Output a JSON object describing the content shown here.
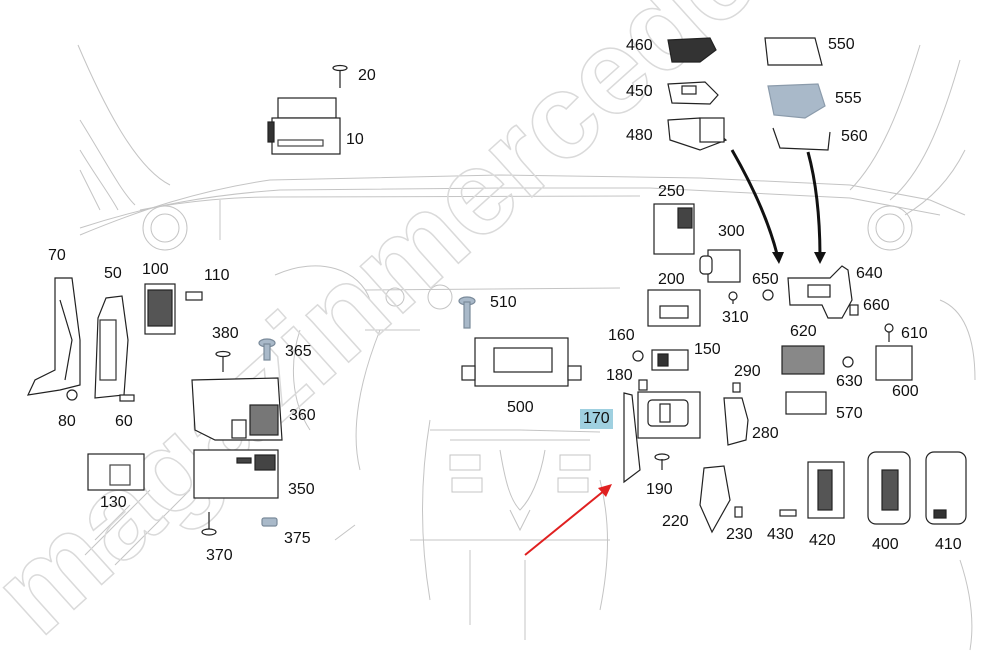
{
  "diagram": {
    "title": "Vehicle electronic control units – parts layout",
    "highlighted_part": "170",
    "watermark": "magazinmercedes.ru",
    "colors": {
      "highlight": "#9fd0e0",
      "arrow_red": "#e02020",
      "arrow_black": "#111111",
      "bluegray_part": "#a9b9c9",
      "line": "#bbbbbb"
    },
    "parts": [
      {
        "id": "p10",
        "number": "10",
        "name": "control-unit-overhead"
      },
      {
        "id": "p20",
        "number": "20",
        "name": "screw"
      },
      {
        "id": "p50",
        "number": "50",
        "name": "control-unit-module"
      },
      {
        "id": "p60",
        "number": "60",
        "name": "screw"
      },
      {
        "id": "p70",
        "number": "70",
        "name": "bracket"
      },
      {
        "id": "p80",
        "number": "80",
        "name": "nut"
      },
      {
        "id": "p100",
        "number": "100",
        "name": "relay-module"
      },
      {
        "id": "p110",
        "number": "110",
        "name": "fuse"
      },
      {
        "id": "p130",
        "number": "130",
        "name": "control-unit"
      },
      {
        "id": "p150",
        "number": "150",
        "name": "control-unit"
      },
      {
        "id": "p160",
        "number": "160",
        "name": "nut"
      },
      {
        "id": "p170",
        "number": "170",
        "name": "bracket"
      },
      {
        "id": "p180",
        "number": "180",
        "name": "clip"
      },
      {
        "id": "p190",
        "number": "190",
        "name": "rivet"
      },
      {
        "id": "p200",
        "number": "200",
        "name": "control-unit"
      },
      {
        "id": "p220",
        "number": "220",
        "name": "control-unit"
      },
      {
        "id": "p230",
        "number": "230",
        "name": "clip"
      },
      {
        "id": "p250",
        "number": "250",
        "name": "control-unit"
      },
      {
        "id": "p280",
        "number": "280",
        "name": "bracket"
      },
      {
        "id": "p290",
        "number": "290",
        "name": "clip"
      },
      {
        "id": "p300",
        "number": "300",
        "name": "control-unit"
      },
      {
        "id": "p310",
        "number": "310",
        "name": "screw"
      },
      {
        "id": "p350",
        "number": "350",
        "name": "control-unit-board"
      },
      {
        "id": "p360",
        "number": "360",
        "name": "bracket"
      },
      {
        "id": "p365",
        "number": "365",
        "name": "bolt"
      },
      {
        "id": "p370",
        "number": "370",
        "name": "screw"
      },
      {
        "id": "p375",
        "number": "375",
        "name": "cap"
      },
      {
        "id": "p380",
        "number": "380",
        "name": "screw"
      },
      {
        "id": "p400",
        "number": "400",
        "name": "fuse-box"
      },
      {
        "id": "p410",
        "number": "410",
        "name": "fuse-box"
      },
      {
        "id": "p420",
        "number": "420",
        "name": "relay-box"
      },
      {
        "id": "p430",
        "number": "430",
        "name": "fuse"
      },
      {
        "id": "p450",
        "number": "450",
        "name": "control-unit"
      },
      {
        "id": "p460",
        "number": "460",
        "name": "bracket"
      },
      {
        "id": "p480",
        "number": "480",
        "name": "bracket"
      },
      {
        "id": "p500",
        "number": "500",
        "name": "control-unit-head"
      },
      {
        "id": "p510",
        "number": "510",
        "name": "bolt"
      },
      {
        "id": "p550",
        "number": "550",
        "name": "bracket"
      },
      {
        "id": "p555",
        "number": "555",
        "name": "cover"
      },
      {
        "id": "p560",
        "number": "560",
        "name": "bracket"
      },
      {
        "id": "p570",
        "number": "570",
        "name": "control-unit"
      },
      {
        "id": "p600",
        "number": "600",
        "name": "control-unit"
      },
      {
        "id": "p610",
        "number": "610",
        "name": "screw"
      },
      {
        "id": "p620",
        "number": "620",
        "name": "control-unit"
      },
      {
        "id": "p630",
        "number": "630",
        "name": "nut"
      },
      {
        "id": "p640",
        "number": "640",
        "name": "bracket"
      },
      {
        "id": "p650",
        "number": "650",
        "name": "nut"
      },
      {
        "id": "p660",
        "number": "660",
        "name": "clip"
      }
    ]
  }
}
